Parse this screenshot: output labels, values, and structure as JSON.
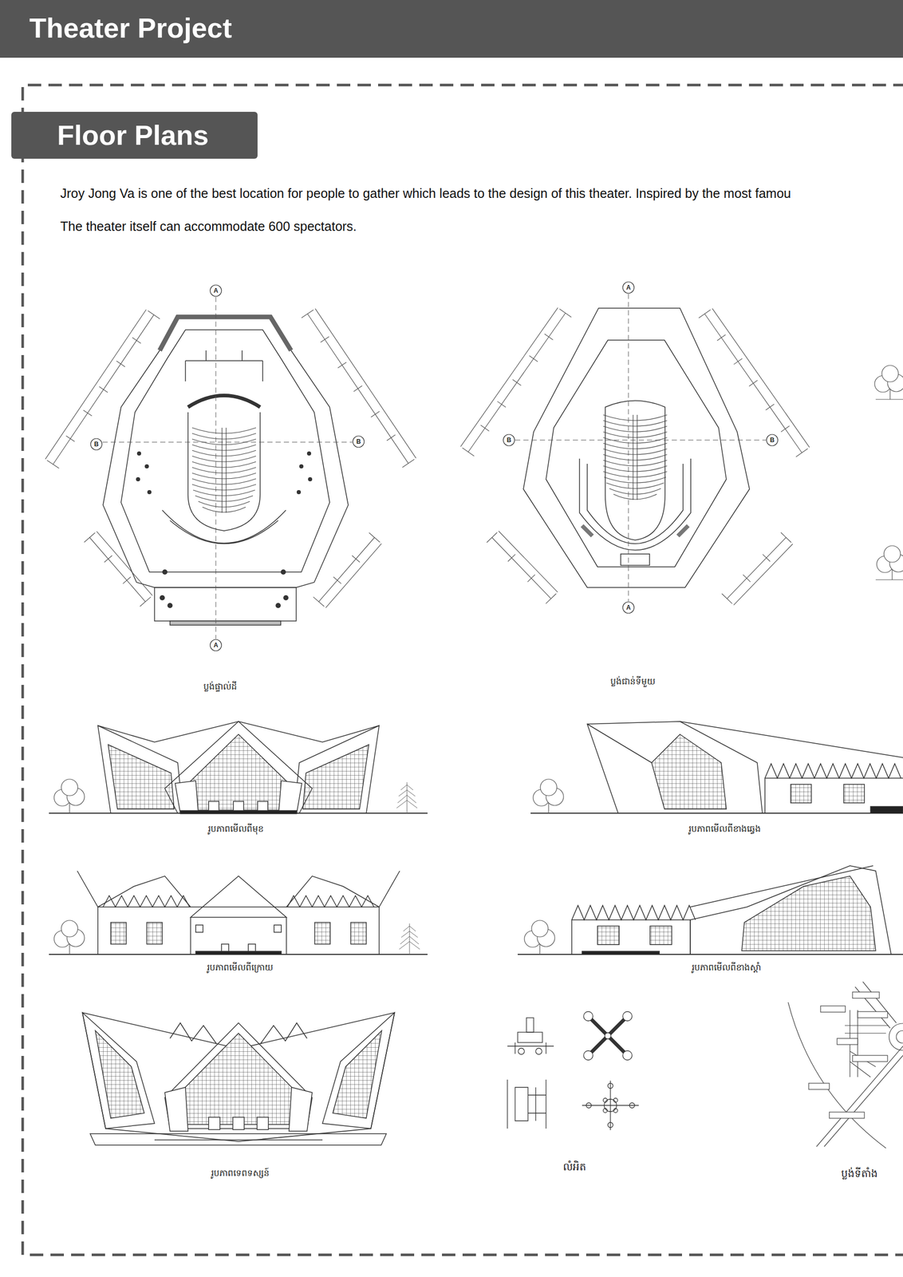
{
  "diagram": {
    "title": "Theater Project",
    "nodes": [
      {
        "text": [
          "Floor Plans"
        ]
      }
    ],
    "labels": [
      "Jroy Jong Va is one of the best location for people to gather which leads to the design of this theater. Inspired by the most famou",
      "The theater itself can accommodate 600 spectators.",
      "A",
      "A",
      "B",
      "B",
      "A",
      "A",
      "B",
      "B",
      "ប្លង់ផ្ទាល់ដី",
      "ប្លង់ជាន់ទីមួយ",
      "រូបភាពមើលពីមុខ",
      "រូបភាពមើលពីខាងឆ្វេង",
      "រូបភាពមើលពីក្រោយ",
      "រូបភាពមើលពីខាងស្តាំ",
      "រូបភាពទេពទស្សន៍",
      "លំអិត",
      "ប្លង់ទីតាំង"
    ]
  }
}
